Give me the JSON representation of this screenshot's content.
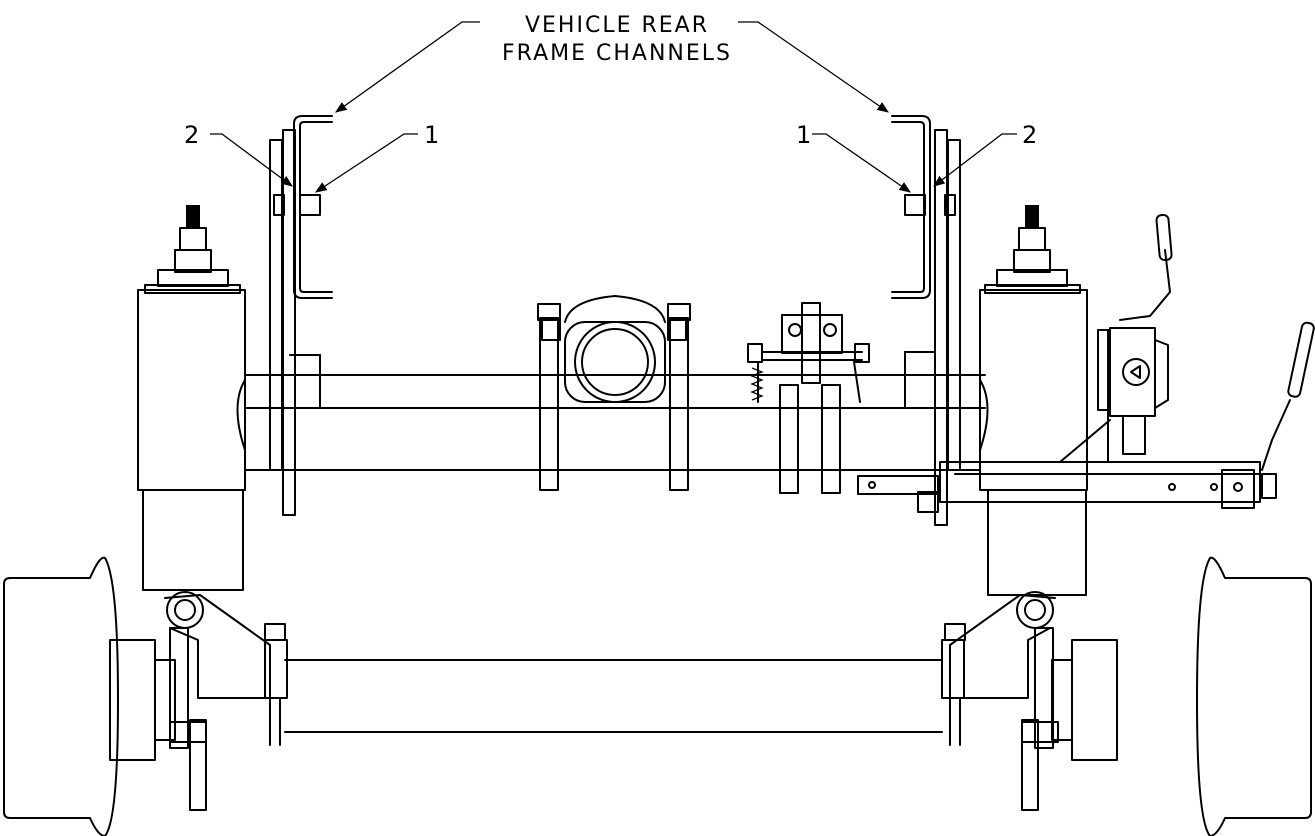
{
  "labels": {
    "title_line1": "VEHICLE REAR",
    "title_line2": "FRAME CHANNELS",
    "left_callout_1": "1",
    "left_callout_2": "2",
    "right_callout_1": "1",
    "right_callout_2": "2"
  },
  "colors": {
    "line": "#000000",
    "background": "#ffffff"
  }
}
